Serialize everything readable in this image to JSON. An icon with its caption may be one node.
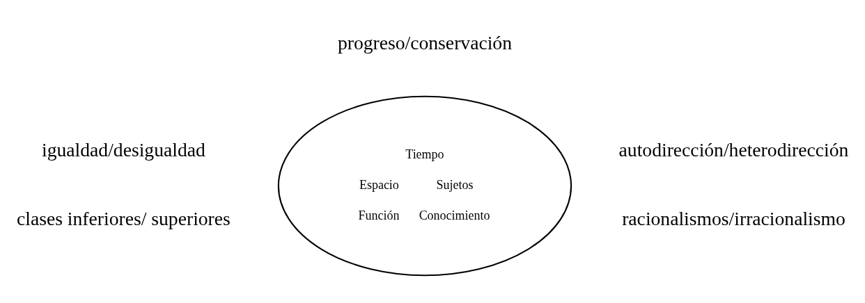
{
  "diagram": {
    "nodes": [
      {
        "text": [
          "Tiempo",
          "Espacio",
          "Sujetos",
          "Función",
          "Conocimiento"
        ]
      }
    ],
    "labels": [
      "progreso/conservación",
      "igualdad/desigualdad",
      "autodirección/heterodirección",
      "clases inferiores/ superiores",
      "racionalismos/irracionalismo"
    ]
  }
}
